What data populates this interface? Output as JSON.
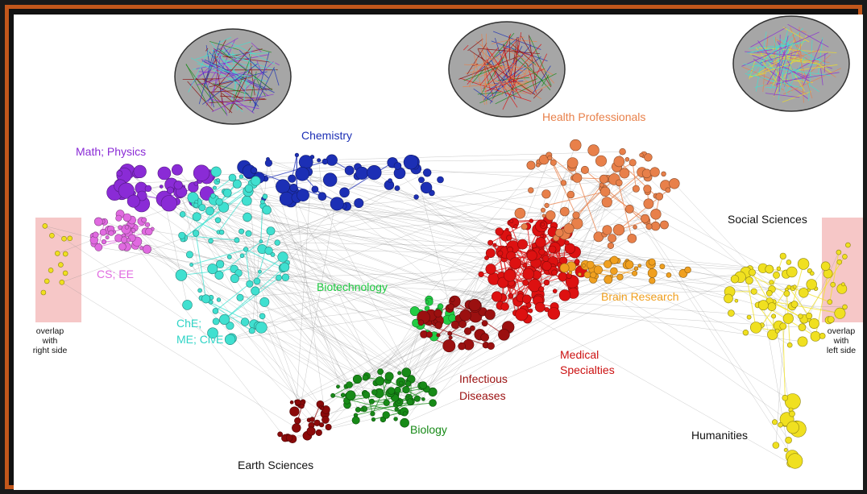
{
  "labels": {
    "chemistry": "Chemistry",
    "math_physics": "Math; Physics",
    "cs_ee": "CS; EE",
    "che_line1": "ChE;",
    "che_line2": "ME; CivE",
    "biotechnology": "Biotechnology",
    "biology": "Biology",
    "earth_sciences": "Earth Sciences",
    "infectious_line1": "Infectious",
    "infectious_line2": "Diseases",
    "medical_line1": "Medical",
    "medical_line2": "Specialties",
    "health_professionals": "Health Professionals",
    "brain_research": "Brain Research",
    "social_sciences": "Social Sciences",
    "humanities": "Humanities",
    "overlap_left_1": "overlap",
    "overlap_left_2": "with",
    "overlap_left_3": "right side",
    "overlap_right_1": "overlap",
    "overlap_right_2": "with",
    "overlap_right_3": "left side"
  },
  "colors": {
    "chemistry": "#1c2fb5",
    "math_physics": "#8a2bd6",
    "cs_ee": "#e06ae0",
    "che": "#40e0d0",
    "biotechnology": "#22cc44",
    "biology": "#178a17",
    "earth_sciences": "#8b0a0a",
    "infectious": "#9b1010",
    "medical": "#dd1111",
    "health": "#e8804a",
    "brain": "#f0a020",
    "social": "#f0e020",
    "overlap": "#f6c7c7",
    "frame": "#c2571b"
  },
  "globes": [
    "globe-left",
    "globe-center",
    "globe-right"
  ]
}
